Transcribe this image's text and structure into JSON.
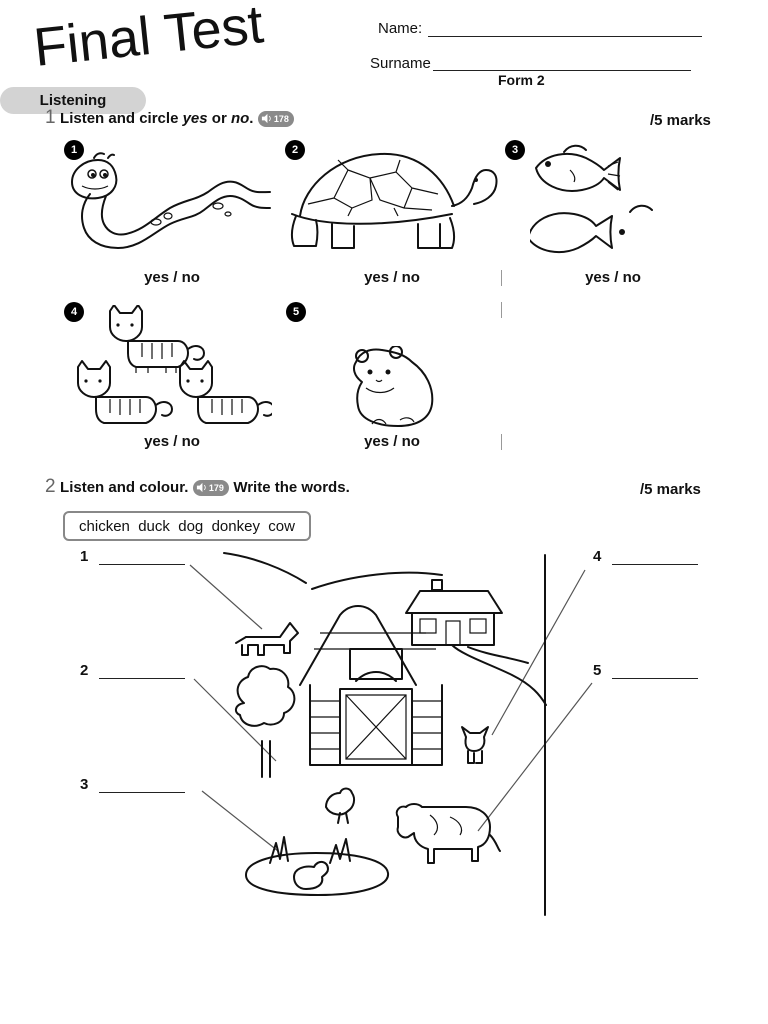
{
  "header": {
    "title": "Final Test",
    "name_label": "Name:",
    "surname_label": "Surname",
    "form": "Form 2",
    "section": "Listening"
  },
  "q1": {
    "number": "1",
    "text_a": "Listen and circle ",
    "yes": "yes",
    "or": " or ",
    "no": "no",
    "period": ".",
    "audio_track": "178",
    "marks": "/5 marks",
    "items": [
      {
        "num": "1",
        "icon": "snake-picture",
        "answer": "yes / no"
      },
      {
        "num": "2",
        "icon": "tortoise-picture",
        "answer": "yes / no"
      },
      {
        "num": "3",
        "icon": "fish-picture",
        "answer": "yes / no"
      },
      {
        "num": "4",
        "icon": "cats-picture",
        "answer": "yes / no"
      },
      {
        "num": "5",
        "icon": "hamster-picture",
        "answer": "yes / no"
      }
    ]
  },
  "q2": {
    "number": "2",
    "text_a": "Listen and colour.",
    "audio_track": "179",
    "text_b": "Write the words.",
    "marks": "/5 marks",
    "word_bank": "chicken  duck  dog  donkey  cow",
    "blanks": [
      "1",
      "2",
      "3",
      "4",
      "5"
    ],
    "scene": "farm-scene-picture"
  }
}
